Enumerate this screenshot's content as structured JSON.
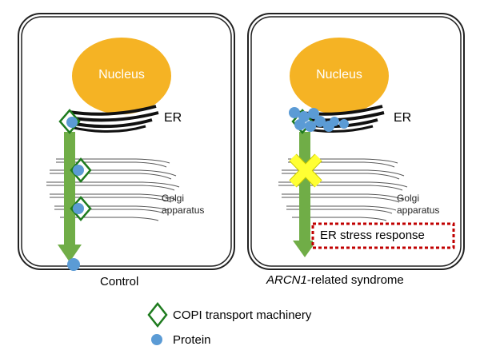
{
  "panels": {
    "control": {
      "nucleus_label": "Nucleus",
      "er_label": "ER",
      "golgi_label_line1": "Golgi",
      "golgi_label_line2": "apparatus",
      "caption": "Control"
    },
    "syndrome": {
      "nucleus_label": "Nucleus",
      "er_label": "ER",
      "golgi_label_line1": "Golgi",
      "golgi_label_line2": "apparatus",
      "stress_label": "ER stress response",
      "caption_italic": "ARCN1",
      "caption_rest": "-related syndrome"
    }
  },
  "legend": {
    "copi_label": "COPI transport machinery",
    "protein_label": "Protein"
  },
  "colors": {
    "nucleus": "#F5B324",
    "arrow": "#70AD47",
    "copi": "#1E7B1E",
    "protein": "#5B9BD5",
    "block": "#FFFF33",
    "stress_border": "#C00000"
  }
}
